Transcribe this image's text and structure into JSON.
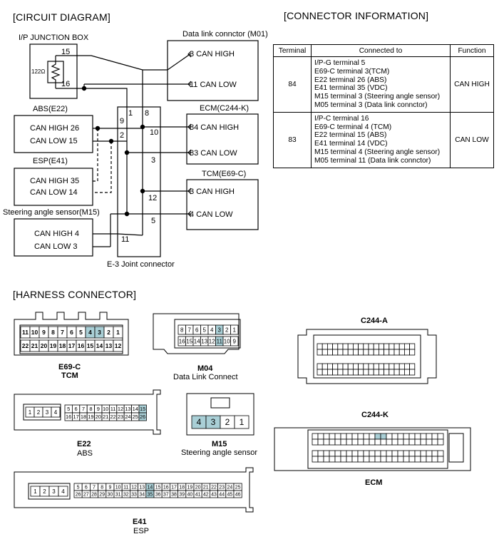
{
  "sections": {
    "circuit": "[CIRCUIT DIAGRAM]",
    "connector_info": "[CONNECTOR INFORMATION]",
    "harness": "[HARNESS CONNECTOR]"
  },
  "circuit": {
    "ip_box": "I/P JUNCTION BOX",
    "resistor": "122Ω",
    "pin15": "15",
    "pin16": "16",
    "dlc_title": "Data link connctor (M01)",
    "dlc_high": "3 CAN HIGH",
    "dlc_low": "11 CAN LOW",
    "abs_title": "ABS(E22)",
    "abs_high": "CAN HIGH  26",
    "abs_low": "CAN LOW  15",
    "esp_title": "ESP(E41)",
    "esp_high": "CAN HIGH  35",
    "esp_low": "CAN LOW  14",
    "sas_title": "Steering angle sensor(M15)",
    "sas_high": "CAN HIGH  4",
    "sas_low": "CAN LOW  3",
    "ecm_title": "ECM(C244-K)",
    "ecm_high": "84  CAN HIGH",
    "ecm_low": "83  CAN LOW",
    "tcm_title": "TCM(E69-C)",
    "tcm_high": "3  CAN HIGH",
    "tcm_low": "4  CAN LOW",
    "joint_title": "E-3 Joint connector",
    "jc_pins": [
      "1",
      "8",
      "9",
      "2",
      "10",
      "3",
      "12",
      "5",
      "11"
    ]
  },
  "connector_table": {
    "headers": [
      "Terminal",
      "Connected to",
      "Function"
    ],
    "rows": [
      {
        "terminal": "84",
        "connected": [
          "I/P-G  terminal 5",
          "E69-C terminal  3(TCM)",
          "E22 terminal  26 (ABS)",
          "E41 terminal  35 (VDC)",
          "M15 terminal  3 (Steering angle sensor)",
          "M05 terminal  3 (Data link connctor)"
        ],
        "function": "CAN HIGH"
      },
      {
        "terminal": "83",
        "connected": [
          "I/P-C  terminal 16",
          "E69-C terminal  4 (TCM)",
          "E22  terminal 15 (ABS)",
          "E41  terminal 14 (VDC)",
          "M15 terminal  4 (Steering angle sensor)",
          "M05  terminal  11 (Data link connctor)"
        ],
        "function": "CAN LOW"
      }
    ]
  },
  "harness": {
    "e69c": {
      "name": "E69-C",
      "sub": "TCM",
      "row1": [
        "11",
        "10",
        "9",
        "8",
        "7",
        "6",
        "5",
        "4",
        "3",
        "2",
        "1"
      ],
      "row2": [
        "22",
        "21",
        "20",
        "19",
        "18",
        "17",
        "16",
        "15",
        "14",
        "13",
        "12"
      ]
    },
    "m04": {
      "name": "M04",
      "sub": "Data Link Connect",
      "row1": [
        "8",
        "7",
        "6",
        "5",
        "4",
        "3",
        "2",
        "1"
      ],
      "row2": [
        "16",
        "15",
        "14",
        "13",
        "12",
        "11",
        "10",
        "9"
      ]
    },
    "c244a": {
      "name": "C244-A"
    },
    "e22": {
      "name": "E22",
      "sub": "ABS",
      "left": [
        "1",
        "2",
        "3",
        "4"
      ],
      "row1": [
        "5",
        "6",
        "7",
        "8",
        "9",
        "10",
        "11",
        "12",
        "13",
        "14",
        "15"
      ],
      "row2": [
        "16",
        "17",
        "18",
        "19",
        "20",
        "21",
        "22",
        "23",
        "24",
        "25",
        "26"
      ]
    },
    "m15": {
      "name": "M15",
      "sub": "Steering angle sensor",
      "pins": [
        "4",
        "3",
        "2",
        "1"
      ]
    },
    "c244k": {
      "name": "C244-K",
      "sub": "ECM"
    },
    "e41": {
      "name": "E41",
      "sub": "ESP",
      "left": [
        "1",
        "2",
        "3",
        "4"
      ],
      "row1": [
        "5",
        "6",
        "7",
        "8",
        "9",
        "10",
        "11",
        "12",
        "13",
        "14",
        "15",
        "16",
        "17",
        "18",
        "19",
        "20",
        "21",
        "22",
        "23",
        "24",
        "25"
      ],
      "row2": [
        "26",
        "27",
        "28",
        "29",
        "30",
        "31",
        "32",
        "33",
        "34",
        "35",
        "36",
        "37",
        "38",
        "39",
        "40",
        "41",
        "42",
        "43",
        "44",
        "45",
        "46"
      ]
    }
  },
  "colors": {
    "highlight": "#a9cfd6",
    "line": "#000000"
  }
}
